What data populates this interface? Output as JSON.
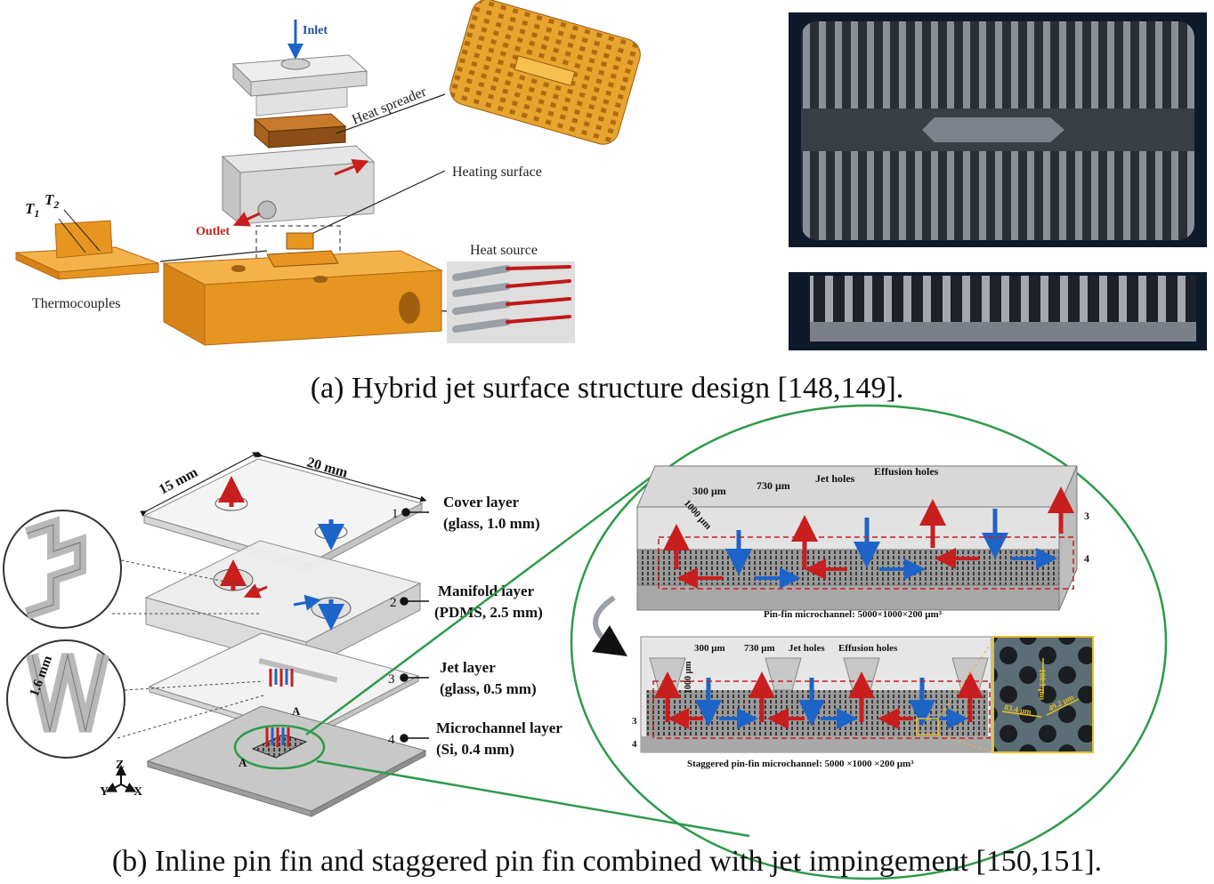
{
  "figure_a": {
    "inlet": "Inlet",
    "heat_spreader": "Heat spreader",
    "heating_surface": "Heating surface",
    "outlet": "Outlet",
    "t1": "T",
    "t1_sub": "1",
    "t2": "T",
    "t2_sub": "2",
    "thermocouples": "Thermocouples",
    "heat_source": "Heat source",
    "caption": "(a) Hybrid jet surface structure design [148,149]."
  },
  "figure_b": {
    "dim_15": "15 mm",
    "dim_20": "20 mm",
    "dim_16": "1.6 mm",
    "layers": [
      {
        "num": "1",
        "name": "Cover layer",
        "spec": "(glass, 1.0 mm)"
      },
      {
        "num": "2",
        "name": "Manifold layer",
        "spec": "(PDMS, 2.5 mm)"
      },
      {
        "num": "3",
        "name": "Jet layer",
        "spec": "(glass, 0.5 mm)"
      },
      {
        "num": "4",
        "name": "Microchannel layer",
        "spec": "(Si, 0.4 mm)"
      }
    ],
    "axis_z": "Z",
    "axis_y": "Y",
    "axis_x": "X",
    "section_a": "A",
    "inline": {
      "d300": "300 μm",
      "d730": "730 μm",
      "d1000": "1000 μm",
      "jet_holes": "Jet holes",
      "effusion_holes": "Effusion holes",
      "n3": "3",
      "n4": "4",
      "caption": "Pin-fin microchannel: 5000×1000×200 μm³"
    },
    "staggered": {
      "d300": "300 μm",
      "d730": "730 μm",
      "d1000": "1000 μm",
      "jet_holes": "Jet holes",
      "effusion_holes": "Effusion holes",
      "n3": "3",
      "n4": "4",
      "caption": "Staggered pin-fin microchannel: 5000 ×1000 ×200 μm³",
      "sem_d1": "100.1 μm",
      "sem_d2": "83.4 μm",
      "sem_d3": "49.2 μm"
    },
    "caption": "(b) Inline pin fin and staggered pin fin combined with jet impingement [150,151]."
  },
  "colors": {
    "orange": "#f2a21e",
    "orange_dark": "#c87a10",
    "red_arrow": "#c81e1e",
    "blue_arrow": "#1e64c8",
    "green_callout": "#2e9a4a"
  }
}
